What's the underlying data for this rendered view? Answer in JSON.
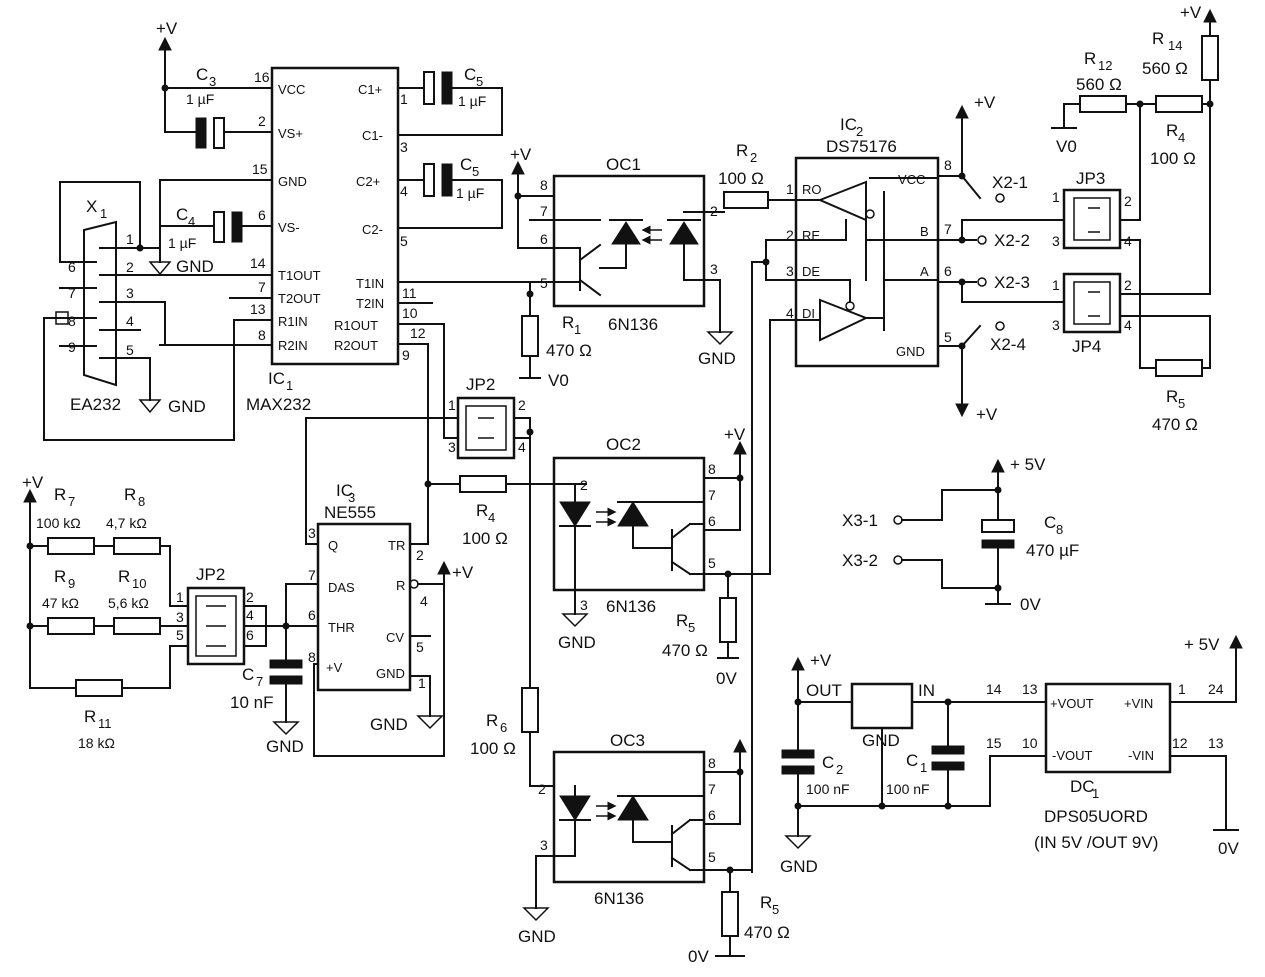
{
  "supply": {
    "vplus": "+V",
    "v5": "+ 5V",
    "v5b": "+ 5V",
    "gnd": "GND",
    "v0": "V0",
    "zero_v": "0V"
  },
  "ic1": {
    "name": "IC",
    "sub": "1",
    "part": "MAX232",
    "left_pins": [
      {
        "num": "16",
        "label": "VCC"
      },
      {
        "num": "2",
        "label": "VS+"
      },
      {
        "num": "15",
        "label": "GND"
      },
      {
        "num": "6",
        "label": "VS-"
      },
      {
        "num": "14",
        "label": "T1OUT"
      },
      {
        "num": "7",
        "label": "T2OUT"
      },
      {
        "num": "13",
        "label": "R1IN"
      },
      {
        "num": "8",
        "label": "R2IN"
      }
    ],
    "right_pins": [
      {
        "num": "1",
        "label": "C1+"
      },
      {
        "num": "3",
        "label": "C1-"
      },
      {
        "num": "4",
        "label": "C2+"
      },
      {
        "num": "5",
        "label": "C2-"
      },
      {
        "num": "11",
        "label": "T1IN"
      },
      {
        "num": "10",
        "label": "T2IN"
      },
      {
        "num": "12",
        "label": "R1OUT"
      },
      {
        "num": "9",
        "label": "R2OUT"
      }
    ]
  },
  "x1": {
    "name": "X",
    "sub": "1",
    "part": "EA232",
    "pins": [
      "1",
      "2",
      "3",
      "4",
      "5",
      "6",
      "7",
      "8",
      "9"
    ]
  },
  "caps": {
    "c3": {
      "name": "C",
      "sub": "3",
      "value": "1 µF"
    },
    "c4": {
      "name": "C",
      "sub": "4",
      "value": "1 µF"
    },
    "c5a": {
      "name": "C",
      "sub": "5",
      "value": "1 µF"
    },
    "c5b": {
      "name": "C",
      "sub": "5",
      "value": "1 µF"
    },
    "c7": {
      "name": "C",
      "sub": "7",
      "value": "10 nF"
    },
    "c8": {
      "name": "C",
      "sub": "8",
      "value": "470 µF"
    },
    "c2": {
      "name": "C",
      "sub": "2",
      "value": "100 nF"
    },
    "c1": {
      "name": "C",
      "sub": "1",
      "value": "100 nF"
    }
  },
  "resistors": {
    "r1": {
      "name": "R",
      "sub": "1",
      "value": "470 Ω"
    },
    "r2": {
      "name": "R",
      "sub": "2",
      "value": "100 Ω"
    },
    "r4a": {
      "name": "R",
      "sub": "4",
      "value": "100 Ω"
    },
    "r4b": {
      "name": "R",
      "sub": "4",
      "value": "100 Ω"
    },
    "r5a": {
      "name": "R",
      "sub": "5",
      "value": "470 Ω"
    },
    "r5b": {
      "name": "R",
      "sub": "5",
      "value": "470 Ω"
    },
    "r5c": {
      "name": "R",
      "sub": "5",
      "value": "470 Ω"
    },
    "r6": {
      "name": "R",
      "sub": "6",
      "value": "100 Ω"
    },
    "r7": {
      "name": "R",
      "sub": "7",
      "value": "100 kΩ"
    },
    "r8": {
      "name": "R",
      "sub": "8",
      "value": "4,7 kΩ"
    },
    "r9": {
      "name": "R",
      "sub": "9",
      "value": "47 kΩ"
    },
    "r10": {
      "name": "R",
      "sub": "10",
      "value": "5,6 kΩ"
    },
    "r11": {
      "name": "R",
      "sub": "11",
      "value": "18 kΩ"
    },
    "r12": {
      "name": "R",
      "sub": "12",
      "value": "560 Ω"
    },
    "r14": {
      "name": "R",
      "sub": "14",
      "value": "560 Ω"
    }
  },
  "oc1": {
    "name": "OC1",
    "part": "6N136",
    "pins": [
      "8",
      "7",
      "6",
      "5",
      "2",
      "3"
    ]
  },
  "oc2": {
    "name": "OC2",
    "part": "6N136",
    "pins": [
      "2",
      "3",
      "8",
      "7",
      "6",
      "5"
    ]
  },
  "oc3": {
    "name": "OC3",
    "part": "6N136",
    "pins": [
      "2",
      "3",
      "8",
      "7",
      "6",
      "5"
    ]
  },
  "ic2": {
    "name": "IC",
    "sub": "2",
    "part": "DS75176",
    "left_pins": [
      {
        "num": "1",
        "label": "RO"
      },
      {
        "num": "2",
        "label": "RE"
      },
      {
        "num": "3",
        "label": "DE"
      },
      {
        "num": "4",
        "label": "DI"
      }
    ],
    "right_pins": [
      {
        "num": "8",
        "label": "VCC"
      },
      {
        "num": "7",
        "label": "B"
      },
      {
        "num": "6",
        "label": "A"
      },
      {
        "num": "5",
        "label": "GND"
      }
    ]
  },
  "x2": [
    "X2-1",
    "X2-2",
    "X2-3",
    "X2-4"
  ],
  "x3": [
    "X3-1",
    "X3-2"
  ],
  "jp2_top": {
    "name": "JP2",
    "pins": [
      "1",
      "2",
      "3",
      "4"
    ]
  },
  "jp2_left": {
    "name": "JP2",
    "pins": [
      "1",
      "2",
      "3",
      "4",
      "5",
      "6"
    ]
  },
  "jp3": {
    "name": "JP3",
    "pins": [
      "1",
      "2",
      "3",
      "4"
    ]
  },
  "jp4": {
    "name": "JP4",
    "pins": [
      "1",
      "2",
      "3",
      "4"
    ]
  },
  "ic3": {
    "name": "IC",
    "sub": "3",
    "part": "NE555",
    "left_pins": [
      {
        "num": "3",
        "label": "Q"
      },
      {
        "num": "7",
        "label": "DAS"
      },
      {
        "num": "6",
        "label": "THR"
      },
      {
        "num": "8",
        "label": "+V"
      }
    ],
    "right_pins": [
      {
        "num": "2",
        "label": "TR"
      },
      {
        "num": "4",
        "label": "R"
      },
      {
        "num": "5",
        "label": "CV"
      },
      {
        "num": "1",
        "label": "GND"
      }
    ]
  },
  "regulator": {
    "out": "OUT",
    "in": "IN",
    "gnd": "GND",
    "pin_in_a": "14",
    "pin_in_b": "15"
  },
  "dc1": {
    "name": "DC",
    "sub": "1",
    "part": "DPS05UORD",
    "note": "(IN 5V /OUT 9V)",
    "left_pins": [
      {
        "num": "13",
        "label": "+VOUT"
      },
      {
        "num": "10",
        "label": "-VOUT"
      }
    ],
    "right_pins": [
      {
        "num": "1",
        "num2": "24",
        "label": "+VIN"
      },
      {
        "num": "12",
        "num2": "13",
        "label": "-VIN"
      }
    ]
  }
}
